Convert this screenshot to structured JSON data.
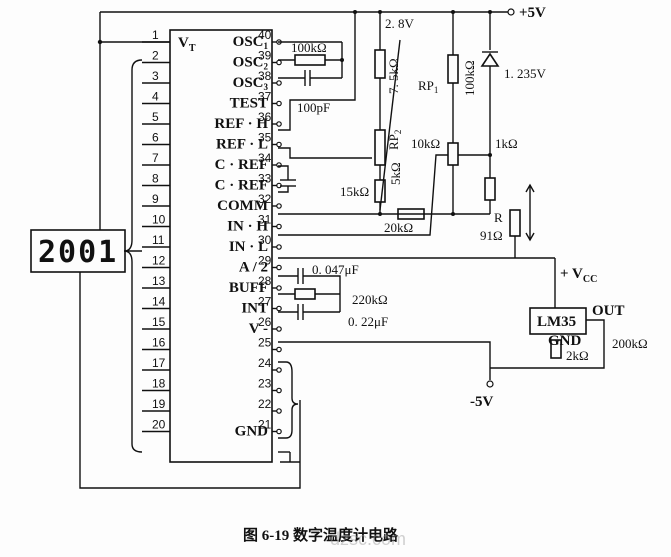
{
  "supply": {
    "vplus": "+5V",
    "vminus": "-5V",
    "vcc": "+ V",
    "vcc_sub": "CC"
  },
  "chip": {
    "left_pins": [
      "1",
      "2",
      "3",
      "4",
      "5",
      "6",
      "7",
      "8",
      "9",
      "10",
      "11",
      "12",
      "13",
      "14",
      "15",
      "16",
      "17",
      "18",
      "19",
      "20"
    ],
    "right_pins": [
      {
        "num": "40",
        "label": "OSC",
        "sub": "1"
      },
      {
        "num": "39",
        "label": "OSC",
        "sub": "2"
      },
      {
        "num": "38",
        "label": "OSC",
        "sub": "3"
      },
      {
        "num": "37",
        "label": "TEST",
        "sub": ""
      },
      {
        "num": "36",
        "label": "REF · H",
        "sub": ""
      },
      {
        "num": "35",
        "label": "REF · L",
        "sub": ""
      },
      {
        "num": "34",
        "label": "C · REF",
        "sub": ""
      },
      {
        "num": "33",
        "label": "C · REF",
        "sub": ""
      },
      {
        "num": "32",
        "label": "COMM",
        "sub": ""
      },
      {
        "num": "31",
        "label": "IN · H",
        "sub": ""
      },
      {
        "num": "30",
        "label": "IN · L",
        "sub": ""
      },
      {
        "num": "29",
        "label": "A / 2",
        "sub": ""
      },
      {
        "num": "28",
        "label": "BUFF",
        "sub": ""
      },
      {
        "num": "27",
        "label": "INT",
        "sub": ""
      },
      {
        "num": "26",
        "label": "V -",
        "sub": ""
      },
      {
        "num": "25",
        "label": "",
        "sub": ""
      },
      {
        "num": "24",
        "label": "",
        "sub": ""
      },
      {
        "num": "23",
        "label": "",
        "sub": ""
      },
      {
        "num": "22",
        "label": "",
        "sub": ""
      },
      {
        "num": "21",
        "label": "GND",
        "sub": ""
      }
    ],
    "vt_label": "V",
    "vt_sub": "T"
  },
  "display": {
    "digits": "2001"
  },
  "components": {
    "r_osc": "100kΩ",
    "c_osc": "100pF",
    "v_28": "2. 8V",
    "r_75": "7. 5kΩ",
    "rp1": "RP",
    "rp1_sub": "1",
    "rp2": "RP",
    "rp2_sub": "2",
    "r_rp2": "5kΩ",
    "r_100": "100kΩ",
    "vz": "1. 235V",
    "r_10": "10kΩ",
    "r_1": "1kΩ",
    "r_15": "15kΩ",
    "r_20": "20kΩ",
    "r_label": "R",
    "r_91": "91Ω",
    "c_047": "0. 047μF",
    "r_220": "220kΩ",
    "c_022": "0. 22μF",
    "sensor": "LM35",
    "out": "OUT",
    "gnd": "GND",
    "r_2k": "2kΩ",
    "r_200k": "200kΩ"
  },
  "caption": "图 6-19  数字温度计电路",
  "watermark": "dzsc.com"
}
